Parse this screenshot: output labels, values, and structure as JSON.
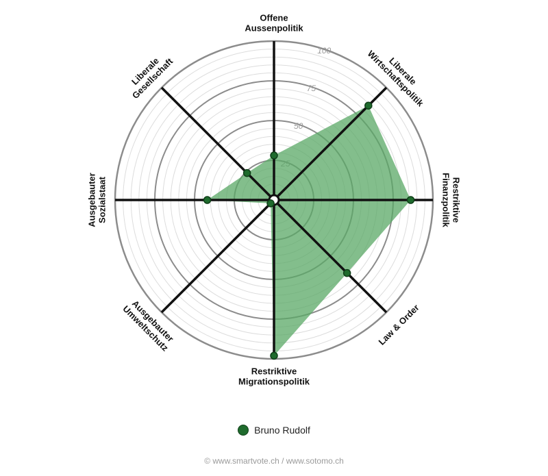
{
  "chart_data": {
    "type": "radar",
    "axes": [
      [
        "Offene",
        "Aussenpolitik"
      ],
      [
        "Liberale",
        "Wirtschaftspolitik"
      ],
      [
        "Restriktive",
        "Finanzpolitik"
      ],
      [
        "Law & Order"
      ],
      [
        "Restriktive",
        "Migrationspolitik"
      ],
      [
        "Ausgebauter",
        "Umweltschutz"
      ],
      [
        "Ausgebauter",
        "Sozialstaat"
      ],
      [
        "Liberale",
        "Gesellschaft"
      ]
    ],
    "r_range": [
      0,
      100
    ],
    "ticks": [
      25,
      50,
      75,
      100
    ],
    "series": [
      {
        "name": "Bruno Rudolf",
        "values": [
          28,
          84,
          86,
          65,
          98,
          3,
          42,
          24
        ]
      }
    ],
    "colors": {
      "fill": "#5aa866",
      "line": "#1f6b2d",
      "point": "#1f6b2d"
    }
  },
  "legend": {
    "label": "Bruno Rudolf"
  },
  "footer": {
    "text": "© www.smartvote.ch / www.sotomo.ch"
  }
}
